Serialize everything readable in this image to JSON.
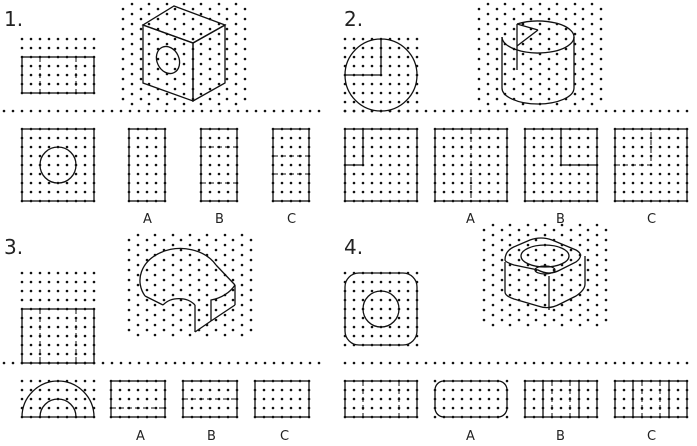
{
  "problems": [
    {
      "number": "1.",
      "options": [
        "A",
        "B",
        "C"
      ]
    },
    {
      "number": "2.",
      "options": [
        "A",
        "B",
        "C"
      ]
    },
    {
      "number": "3.",
      "options": [
        "A",
        "B",
        "C"
      ]
    },
    {
      "number": "4.",
      "options": [
        "A",
        "B",
        "C"
      ]
    }
  ]
}
